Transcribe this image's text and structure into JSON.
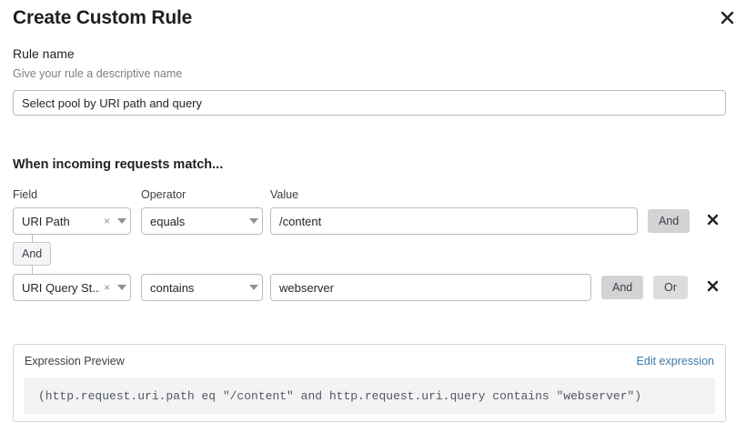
{
  "dialog": {
    "title": "Create Custom Rule",
    "close_icon": "close-icon"
  },
  "rule_name": {
    "label": "Rule name",
    "help": "Give your rule a descriptive name",
    "value": "Select pool by URI path and query",
    "placeholder": ""
  },
  "conditions": {
    "heading": "When incoming requests match...",
    "columns": {
      "field": "Field",
      "operator": "Operator",
      "value": "Value"
    },
    "connector": {
      "label": "And"
    },
    "rows": [
      {
        "field": "URI Path",
        "operator": "equals",
        "value": "/content",
        "clear_icon": "×",
        "buttons": [
          "And"
        ],
        "remove_icon": "close-icon"
      },
      {
        "field": "URI Query St...",
        "operator": "contains",
        "value": "webserver",
        "clear_icon": "×",
        "buttons": [
          "And",
          "Or"
        ],
        "remove_icon": "close-icon"
      }
    ]
  },
  "expression_preview": {
    "label": "Expression Preview",
    "edit_link": "Edit expression",
    "code": "(http.request.uri.path eq \"/content\" and http.request.uri.query contains \"webserver\")"
  },
  "colors": {
    "link": "#3e7ba8",
    "button_and": "#d2d3d5",
    "button_or": "#dcdddf",
    "border": "#b8bcc0",
    "code_bg": "#f2f3f4"
  }
}
